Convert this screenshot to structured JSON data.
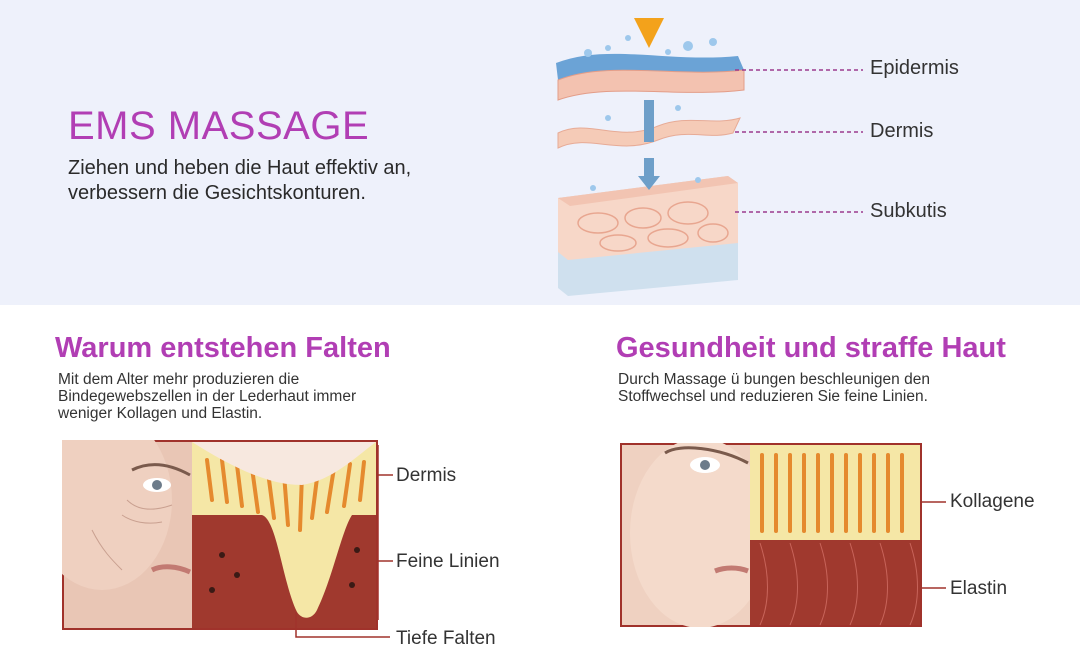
{
  "ems": {
    "title": "EMS MASSAGE",
    "subtitle_line1": "Ziehen und heben die Haut effektiv an,",
    "subtitle_line2": "verbessern die Gesichtskonturen.",
    "layers": [
      "Epidermis",
      "Dermis",
      "Subkutis"
    ]
  },
  "left_panel": {
    "title": "Warum entstehen Falten",
    "desc_line1": "Mit dem Alter mehr produzieren die",
    "desc_line2": "Bindegewebszellen in der Lederhaut immer",
    "desc_line3": "weniger Kollagen und Elastin.",
    "labels": [
      "Dermis",
      "Feine Linien",
      "Tiefe Falten"
    ]
  },
  "right_panel": {
    "title": "Gesundheit und straffe Haut",
    "desc_line1": "Durch Massage ü bungen beschleunigen den",
    "desc_line2": "Stoffwechsel und reduzieren Sie feine Linien.",
    "labels": [
      "Kollagene",
      "Elastin"
    ]
  },
  "colors": {
    "accent": "#b13eb4",
    "frame": "#a0322b",
    "dash": "#9b3a8e"
  }
}
